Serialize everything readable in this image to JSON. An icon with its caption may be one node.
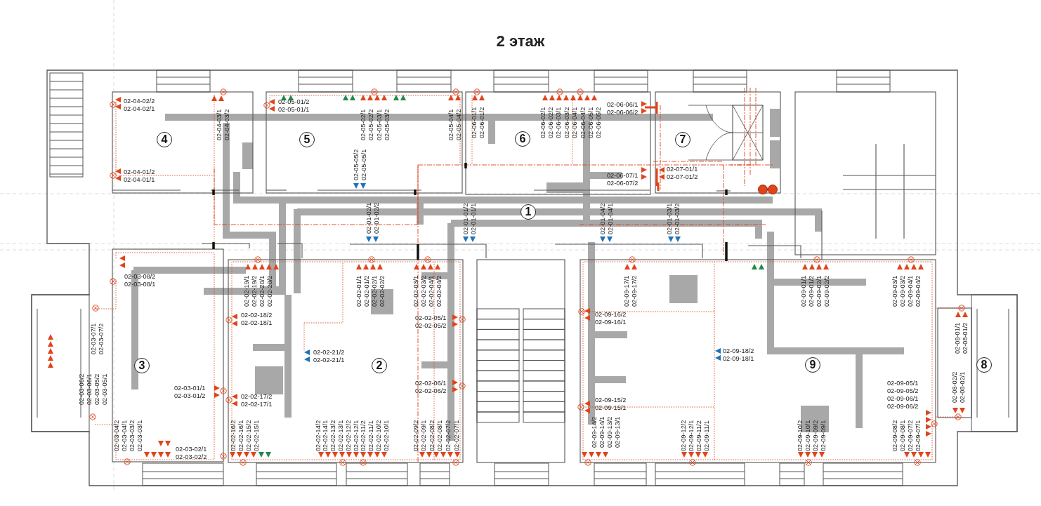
{
  "diagram": {
    "title": "2 этаж",
    "nodes": [
      {
        "text": [
          "4"
        ]
      },
      {
        "text": [
          "5"
        ]
      },
      {
        "text": [
          "6"
        ]
      },
      {
        "text": [
          "7"
        ]
      },
      {
        "text": [
          "1"
        ]
      },
      {
        "text": [
          "3"
        ]
      },
      {
        "text": [
          "2"
        ]
      },
      {
        "text": [
          "9"
        ]
      },
      {
        "text": [
          "8"
        ]
      }
    ],
    "labels": [
      "02-04-02/2",
      "02-04-02/1",
      "02-04-03/1",
      "02-04-03/2",
      "02-04-01/2",
      "02-04-01/1",
      "02-05-01/2",
      "02-05-01/1",
      "02-05-02/1",
      "02-05-02/2",
      "02-05-03/1",
      "02-05-03/2",
      "02-05-05/2",
      "02-05-05/1",
      "02-05-04/1",
      "02-05-04/2",
      "02-06-01/1",
      "02-06-01/2",
      "02-06-02/1",
      "02-06-02/2",
      "02-06-03/1",
      "02-06-03/2",
      "02-06-04/1",
      "02-06-04/2",
      "02-06-05/1",
      "02-06-05/2",
      "02-06-06/1",
      "02-06-06/2",
      "02-06-07/1",
      "02-06-07/2",
      "02-07-01/1",
      "02-07-01/2",
      "02-01-02/1",
      "02-01-02/2",
      "02-01-01/2",
      "02-01-01/1",
      "02-01-04/2",
      "02-01-04/1",
      "02-01-03/1",
      "02-01-03/2",
      "02-03-08/2",
      "02-03-08/1",
      "02-03-07/1",
      "02-03-07/2",
      "02-03-06/2",
      "02-03-06/1",
      "02-03-05/2",
      "02-03-05/1",
      "02-03-01/1",
      "02-03-01/2",
      "02-03-04/2",
      "02-03-04/1",
      "02-03-03/2",
      "02-03-03/1",
      "02-03-02/1",
      "02-03-02/2",
      "02-02-19/1",
      "02-02-19/2",
      "02-02-20/1",
      "02-02-20/2",
      "02-02-18/2",
      "02-02-18/1",
      "02-02-21/2",
      "02-02-21/1",
      "02-02-17/2",
      "02-02-17/1",
      "02-02-16/2",
      "02-02-16/1",
      "02-02-15/2",
      "02-02-15/1",
      "02-02-14/2",
      "02-02-14/1",
      "02-02-13/2",
      "02-02-13/1",
      "02-02-12/2",
      "02-02-12/1",
      "02-02-11/2",
      "02-02-11/1",
      "02-02-10/2",
      "02-02-10/1",
      "02-02-01/1",
      "02-02-01/2",
      "02-02-02/1",
      "02-02-02/2",
      "02-02-03/1",
      "02-02-03/2",
      "02-02-04/1",
      "02-02-04/2",
      "02-02-05/1",
      "02-02-05/2",
      "02-02-06/1",
      "02-02-06/2",
      "02-02-09/2",
      "02-02-09/1",
      "02-02-08/2",
      "02-02-08/1",
      "02-02-07/2",
      "02-02-07/1",
      "02-09-17/1",
      "02-09-17/2",
      "02-09-16/2",
      "02-09-16/1",
      "02-09-15/2",
      "02-09-15/1",
      "02-09-14/2",
      "02-09-14/1",
      "02-09-13/2",
      "02-09-13/1",
      "02-09-12/2",
      "02-09-12/1",
      "02-09-11/2",
      "02-09-11/1",
      "02-09-18/2",
      "02-09-18/1",
      "02-09-01/1",
      "02-09-01/2",
      "02-09-02/1",
      "02-09-02/2",
      "02-09-03/1",
      "02-09-03/2",
      "02-09-04/1",
      "02-09-04/2",
      "02-09-05/1",
      "02-09-05/2",
      "02-09-06/1",
      "02-09-06/2",
      "02-09-10/2",
      "02-09-10/1",
      "02-09-09/2",
      "02-09-09/1",
      "02-09-08/2",
      "02-09-08/1",
      "02-09-07/2",
      "02-09-07/1",
      "02-08-01/1",
      "02-08-01/2",
      "02-08-02/2",
      "02-08-02/1"
    ]
  }
}
